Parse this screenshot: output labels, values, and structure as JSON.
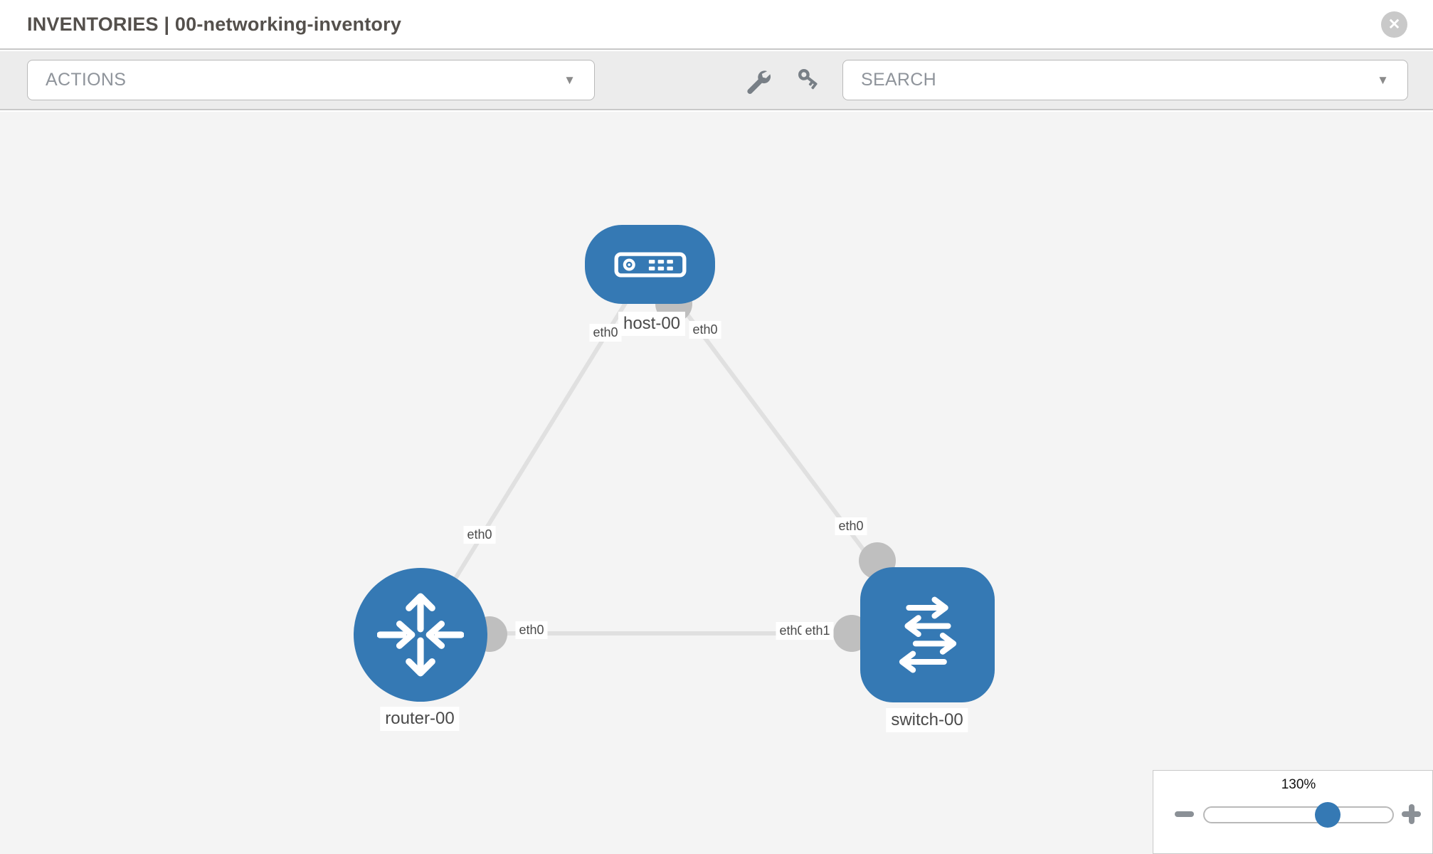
{
  "header": {
    "title": "INVENTORIES | 00-networking-inventory",
    "close_glyph": "✕"
  },
  "toolbar": {
    "actions_placeholder": "ACTIONS",
    "search_placeholder": "SEARCH",
    "caret_glyph": "▼"
  },
  "topology": {
    "nodes": [
      {
        "name": "host-00",
        "type": "host",
        "shape": "rounded-rect"
      },
      {
        "name": "router-00",
        "type": "router",
        "shape": "circle"
      },
      {
        "name": "switch-00",
        "type": "switch",
        "shape": "rounded-square"
      }
    ],
    "links": [
      {
        "from": "host-00",
        "to": "router-00",
        "from_interface": "eth0",
        "to_interface": "eth0"
      },
      {
        "from": "host-00",
        "to": "switch-00",
        "from_interface": "eth0",
        "to_interface": "eth0"
      },
      {
        "from": "router-00",
        "to": "switch-00",
        "from_interface": "eth0",
        "to_interface": "eth1"
      }
    ],
    "interface_labels": [
      {
        "text": "eth0"
      },
      {
        "text": "eth0"
      },
      {
        "text": "eth0"
      },
      {
        "text": "eth0"
      },
      {
        "text": "eth0"
      },
      {
        "text": "eth1"
      },
      {
        "text": "eth0"
      }
    ]
  },
  "zoom_control": {
    "percent": "130%",
    "value": 130
  },
  "colors": {
    "node_blue": "#3579b4",
    "port_gray": "#bfbfbf",
    "link_gray": "#e0e0e0",
    "toolbar_gray": "#ececec",
    "canvas_gray": "#f4f4f4"
  }
}
